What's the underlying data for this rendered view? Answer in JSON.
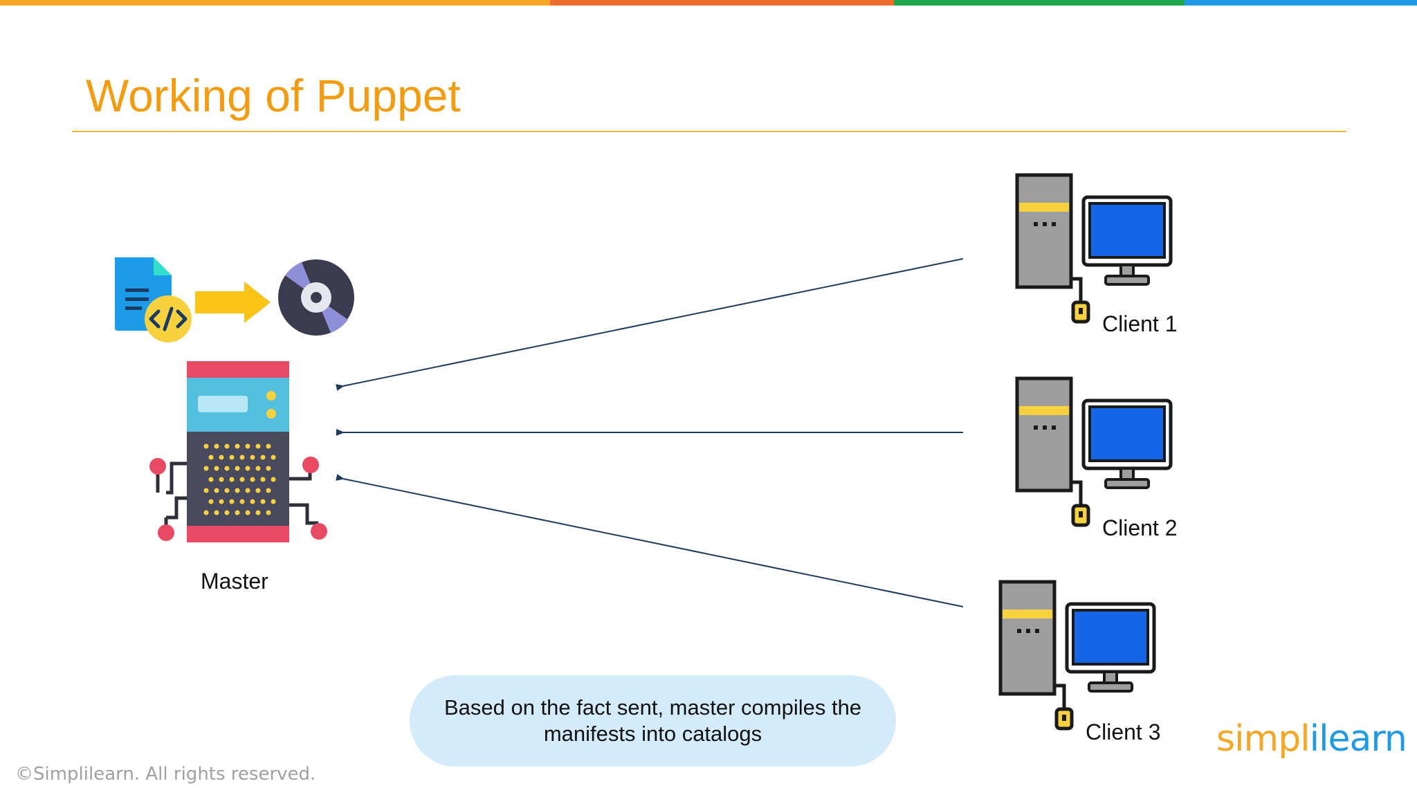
{
  "slide": {
    "title": "Working of Puppet",
    "master_label": "Master",
    "clients": [
      {
        "label": "Client 1"
      },
      {
        "label": "Client 2"
      },
      {
        "label": "Client 3"
      }
    ],
    "callout": "Based on the fact sent, master compiles the manifests into catalogs",
    "copyright": "©Simplilearn. All rights reserved.",
    "logo": {
      "part1": "simpl",
      "part2": "ilearn"
    }
  },
  "colors": {
    "title": "#f39c12",
    "rule": "#f2b441",
    "arrow": "#1b3a5c",
    "callout_bg": "#d3ebfb",
    "top_bar": [
      "#f5a623",
      "#ee6f2d",
      "#1fa64a",
      "#1e9be4"
    ],
    "monitor_screen": "#1565e6",
    "tower_stripe": "#f7d23e"
  },
  "icons": {
    "manifest": "code-file-icon",
    "compile_arrow": "yellow-arrow-icon",
    "catalog": "disc-icon",
    "master": "server-chip-icon",
    "client": "desktop-computer-icon"
  }
}
